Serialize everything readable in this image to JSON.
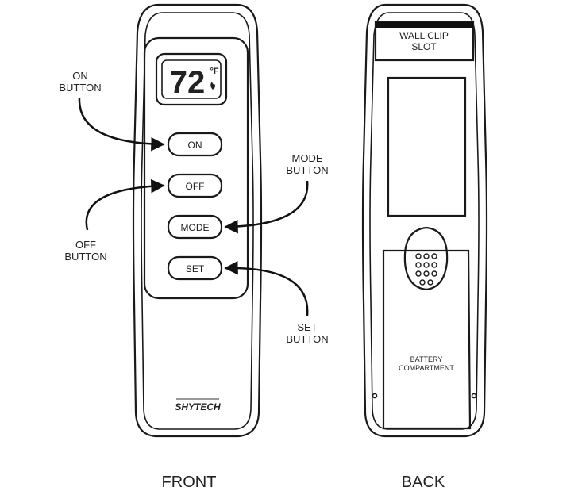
{
  "front": {
    "display": {
      "temp": "72",
      "unit": "°F"
    },
    "buttons": {
      "on": "ON",
      "off": "OFF",
      "mode": "MODE",
      "set": "SET"
    },
    "brand": "SHYTECH",
    "caption": "FRONT"
  },
  "back": {
    "wall_clip": [
      "WALL CLIP",
      "SLOT"
    ],
    "battery": [
      "BATTERY",
      "COMPARTMENT"
    ],
    "caption": "BACK"
  },
  "callouts": {
    "on": [
      "ON",
      "BUTTON"
    ],
    "off": [
      "OFF",
      "BUTTON"
    ],
    "mode": [
      "MODE",
      "BUTTON"
    ],
    "set": [
      "SET",
      "BUTTON"
    ]
  }
}
